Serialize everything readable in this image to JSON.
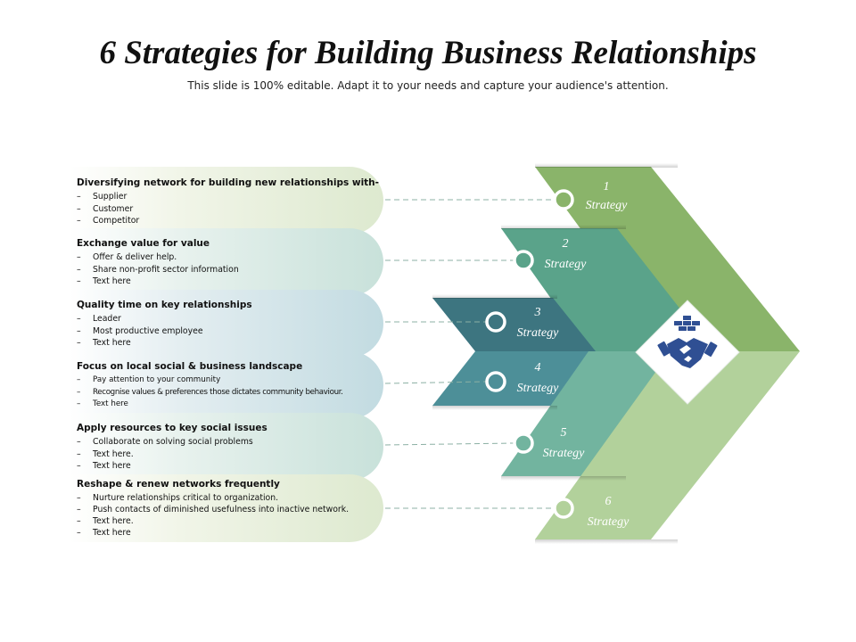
{
  "title": "6 Strategies for Building Business Relationships",
  "subtitle": "This slide is 100% editable. Adapt it to your needs and capture your audience's attention.",
  "icon_color": "#2f4f93",
  "strategies": [
    {
      "number": "1",
      "label": "Strategy",
      "color": "#8ab46a",
      "heading": "Diversifying  network for building new relationships  with-",
      "items": [
        "Supplier",
        "Customer",
        "Competitor"
      ]
    },
    {
      "number": "2",
      "label": "Strategy",
      "color": "#5aa38a",
      "heading": "Exchange value for value",
      "items": [
        "Offer & deliver help.",
        "Share non-profit sector information",
        "Text here"
      ]
    },
    {
      "number": "3",
      "label": "Strategy",
      "color": "#3d7580",
      "heading": "Quality time on key relationships",
      "items": [
        "Leader",
        "Most productive employee",
        "Text here"
      ]
    },
    {
      "number": "4",
      "label": "Strategy",
      "color": "#4d8f98",
      "heading": "Focus on local social & business landscape",
      "items": [
        "Pay attention to your community",
        "Recognise values & preferences those dictates community behaviour.",
        "Text here"
      ]
    },
    {
      "number": "5",
      "label": "Strategy",
      "color": "#72b49f",
      "heading": "Apply resources to key social issues",
      "items": [
        "Collaborate on solving social problems",
        "Text here.",
        "Text here"
      ]
    },
    {
      "number": "6",
      "label": "Strategy",
      "color": "#b2d19b",
      "heading": "Reshape & renew networks frequently",
      "items": [
        "Nurture relationships critical to organization.",
        "Push contacts of diminished usefulness into inactive network.",
        "Text here.",
        "Text here"
      ]
    }
  ]
}
